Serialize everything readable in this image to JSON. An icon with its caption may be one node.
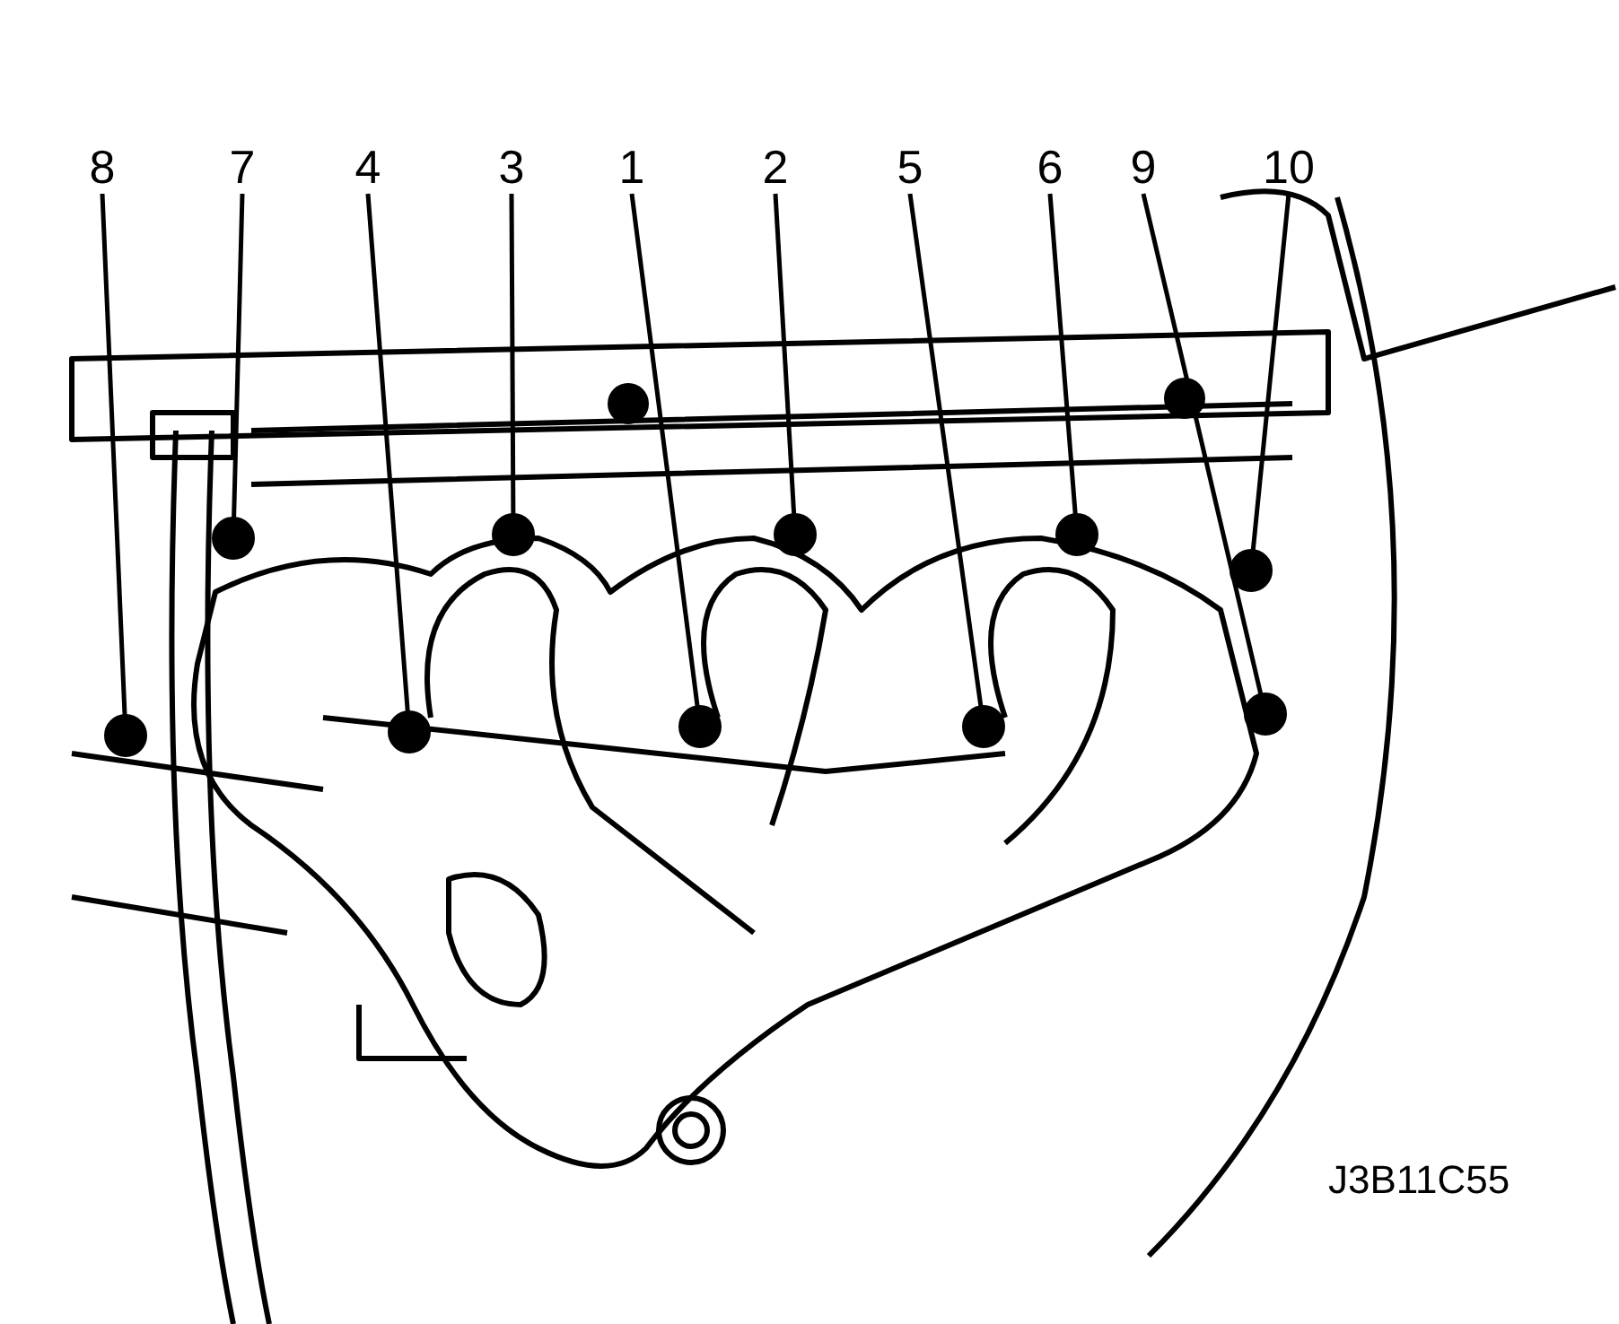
{
  "diagram": {
    "nodes": [
      {
        "text": [
          "8"
        ]
      },
      {
        "text": [
          "7"
        ]
      },
      {
        "text": [
          "4"
        ]
      },
      {
        "text": [
          "3"
        ]
      },
      {
        "text": [
          "1"
        ]
      },
      {
        "text": [
          "2"
        ]
      },
      {
        "text": [
          "5"
        ]
      },
      {
        "text": [
          "6"
        ]
      },
      {
        "text": [
          "9"
        ]
      },
      {
        "text": [
          "10"
        ]
      },
      {
        "text": [],
        "shape": "circle"
      },
      {
        "text": [],
        "shape": "circle"
      },
      {
        "text": [],
        "shape": "circle"
      },
      {
        "text": [],
        "shape": "circle"
      },
      {
        "text": [],
        "shape": "circle"
      },
      {
        "text": [],
        "shape": "circle"
      },
      {
        "text": [],
        "shape": "circle"
      },
      {
        "text": [],
        "shape": "circle"
      },
      {
        "text": [],
        "shape": "circle"
      },
      {
        "text": [],
        "shape": "circle"
      }
    ],
    "edges": [
      {
        "from": 0,
        "to": 10,
        "arrow": "none"
      },
      {
        "from": 1,
        "to": 11,
        "arrow": "none"
      },
      {
        "from": 2,
        "to": 12,
        "arrow": "none"
      },
      {
        "from": 3,
        "to": 13,
        "arrow": "none"
      },
      {
        "from": 4,
        "to": 14,
        "arrow": "none"
      },
      {
        "from": 5,
        "to": 15,
        "arrow": "none"
      },
      {
        "from": 6,
        "to": 16,
        "arrow": "none"
      },
      {
        "from": 7,
        "to": 17,
        "arrow": "none"
      },
      {
        "from": 8,
        "to": 19,
        "arrow": "none"
      },
      {
        "from": 9,
        "to": 18,
        "arrow": "none"
      }
    ],
    "labels": [
      "J3B11C55"
    ]
  }
}
